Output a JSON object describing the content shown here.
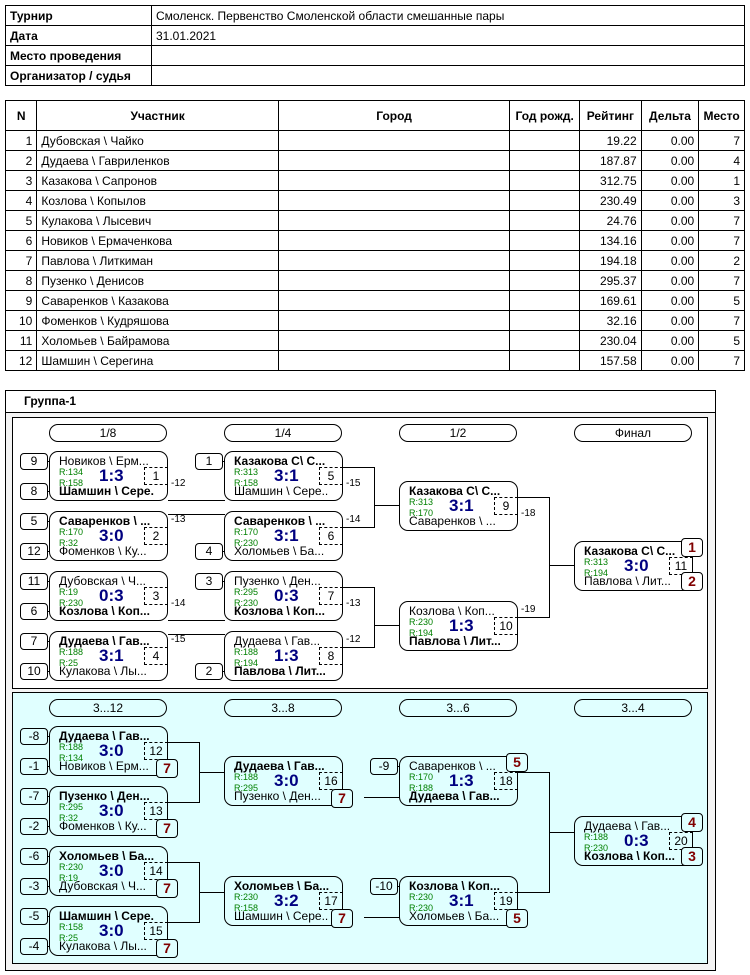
{
  "info": {
    "rows": [
      {
        "label": "Турнир",
        "value": "Смоленск. Первенство Смоленской области смешанные пары"
      },
      {
        "label": "Дата",
        "value": "31.01.2021"
      },
      {
        "label": "Место проведения",
        "value": ""
      },
      {
        "label": "Организатор / судья",
        "value": ""
      }
    ]
  },
  "participants": {
    "headers": [
      "N",
      "Участник",
      "Город",
      "Год рожд.",
      "Рейтинг",
      "Дельта",
      "Место"
    ],
    "rows": [
      {
        "n": "1",
        "name": "Дубовская \\ Чайко",
        "city": "",
        "year": "",
        "rating": "19.22",
        "delta": "0.00",
        "place": "7"
      },
      {
        "n": "2",
        "name": "Дудаева \\ Гавриленков",
        "city": "",
        "year": "",
        "rating": "187.87",
        "delta": "0.00",
        "place": "4"
      },
      {
        "n": "3",
        "name": "Казакова \\ Сапронов",
        "city": "",
        "year": "",
        "rating": "312.75",
        "delta": "0.00",
        "place": "1"
      },
      {
        "n": "4",
        "name": "Козлова \\ Копылов",
        "city": "",
        "year": "",
        "rating": "230.49",
        "delta": "0.00",
        "place": "3"
      },
      {
        "n": "5",
        "name": "Кулакова \\ Лысевич",
        "city": "",
        "year": "",
        "rating": "24.76",
        "delta": "0.00",
        "place": "7"
      },
      {
        "n": "6",
        "name": "Новиков \\ Ермаченкова",
        "city": "",
        "year": "",
        "rating": "134.16",
        "delta": "0.00",
        "place": "7"
      },
      {
        "n": "7",
        "name": "Павлова \\ Литкиман",
        "city": "",
        "year": "",
        "rating": "194.18",
        "delta": "0.00",
        "place": "2"
      },
      {
        "n": "8",
        "name": "Пузенко \\ Денисов",
        "city": "",
        "year": "",
        "rating": "295.37",
        "delta": "0.00",
        "place": "7"
      },
      {
        "n": "9",
        "name": "Саваренков \\ Казакова",
        "city": "",
        "year": "",
        "rating": "169.61",
        "delta": "0.00",
        "place": "5"
      },
      {
        "n": "10",
        "name": "Фоменков \\ Кудряшова",
        "city": "",
        "year": "",
        "rating": "32.16",
        "delta": "0.00",
        "place": "7"
      },
      {
        "n": "11",
        "name": "Холомьев \\ Байрамова",
        "city": "",
        "year": "",
        "rating": "230.04",
        "delta": "0.00",
        "place": "5"
      },
      {
        "n": "12",
        "name": "Шамшин \\ Серегина",
        "city": "",
        "year": "",
        "rating": "157.58",
        "delta": "0.00",
        "place": "7"
      }
    ]
  },
  "group": {
    "title": "Группа-1",
    "main": {
      "rounds": [
        "1/8",
        "1/4",
        "1/2",
        "Финал"
      ],
      "matches": [
        {
          "num": "1",
          "p1": "Новиков \\ Ерм...",
          "p2": "Шамшин \\ Сере...",
          "r1": "R:134",
          "r2": "R:158",
          "score": "1:3",
          "winner": 2,
          "seed1": "9",
          "seed2": "8",
          "loser_to": "-12"
        },
        {
          "num": "2",
          "p1": "Саваренков \\ ...",
          "p2": "Фоменков \\ Ку...",
          "r1": "R:170",
          "r2": "R:32",
          "score": "3:0",
          "winner": 1,
          "seed1": "5",
          "seed2": "12",
          "loser_to": "-13"
        },
        {
          "num": "3",
          "p1": "Дубовская \\ Ч...",
          "p2": "Козлова \\ Коп...",
          "r1": "R:19",
          "r2": "R:230",
          "score": "0:3",
          "winner": 2,
          "seed1": "11",
          "seed2": "6",
          "loser_to": "-14"
        },
        {
          "num": "4",
          "p1": "Дудаева \\ Гав...",
          "p2": "Кулакова \\ Лы...",
          "r1": "R:188",
          "r2": "R:25",
          "score": "3:1",
          "winner": 1,
          "seed1": "7",
          "seed2": "10",
          "loser_to": "-15"
        },
        {
          "num": "5",
          "p1": "Казакова С\\ С...",
          "p2": "Шамшин \\ Сере...",
          "r1": "R:313",
          "r2": "R:158",
          "score": "3:1",
          "winner": 1,
          "seed1": "1",
          "seed2": "",
          "loser_to": "-15"
        },
        {
          "num": "6",
          "p1": "Саваренков \\ ...",
          "p2": "Холомьев \\ Ба...",
          "r1": "R:170",
          "r2": "R:230",
          "score": "3:1",
          "winner": 1,
          "seed1": "",
          "seed2": "4",
          "loser_to": "-14"
        },
        {
          "num": "7",
          "p1": "Пузенко \\ Ден...",
          "p2": "Козлова \\ Коп...",
          "r1": "R:295",
          "r2": "R:230",
          "score": "0:3",
          "winner": 2,
          "seed1": "3",
          "seed2": "",
          "loser_to": "-13"
        },
        {
          "num": "8",
          "p1": "Дудаева \\ Гав...",
          "p2": "Павлова \\ Лит...",
          "r1": "R:188",
          "r2": "R:194",
          "score": "1:3",
          "winner": 2,
          "seed1": "",
          "seed2": "2",
          "loser_to": "-12"
        },
        {
          "num": "9",
          "p1": "Казакова С\\ С...",
          "p2": "Саваренков \\ ...",
          "r1": "R:313",
          "r2": "R:170",
          "score": "3:1",
          "winner": 1,
          "loser_to": "-18"
        },
        {
          "num": "10",
          "p1": "Козлова \\ Коп...",
          "p2": "Павлова \\ Лит...",
          "r1": "R:230",
          "r2": "R:194",
          "score": "1:3",
          "winner": 2,
          "loser_to": "-19"
        },
        {
          "num": "11",
          "p1": "Казакова С\\ С...",
          "p2": "Павлова \\ Лит...",
          "r1": "R:313",
          "r2": "R:194",
          "score": "3:0",
          "winner": 1,
          "place1": "1",
          "place2": "2"
        }
      ]
    },
    "consolation": {
      "rounds": [
        "3...12",
        "3...8",
        "3...6",
        "3...4"
      ],
      "matches": [
        {
          "num": "12",
          "p1": "Дудаева \\ Гав...",
          "p2": "Новиков \\ Ерм...",
          "r1": "R:188",
          "r2": "R:134",
          "score": "3:0",
          "winner": 1,
          "seed1": "-8",
          "seed2": "-1",
          "loser_place": "7"
        },
        {
          "num": "13",
          "p1": "Пузенко \\ Ден...",
          "p2": "Фоменков \\ Ку...",
          "r1": "R:295",
          "r2": "R:32",
          "score": "3:0",
          "winner": 1,
          "seed1": "-7",
          "seed2": "-2",
          "loser_place": "7"
        },
        {
          "num": "14",
          "p1": "Холомьев \\ Ба...",
          "p2": "Дубовская \\ Ч...",
          "r1": "R:230",
          "r2": "R:19",
          "score": "3:0",
          "winner": 1,
          "seed1": "-6",
          "seed2": "-3",
          "loser_place": "7"
        },
        {
          "num": "15",
          "p1": "Шамшин \\ Сере...",
          "p2": "Кулакова \\ Лы...",
          "r1": "R:158",
          "r2": "R:25",
          "score": "3:0",
          "winner": 1,
          "seed1": "-5",
          "seed2": "-4",
          "loser_place": "7"
        },
        {
          "num": "16",
          "p1": "Дудаева \\ Гав...",
          "p2": "Пузенко \\ Ден...",
          "r1": "R:188",
          "r2": "R:295",
          "score": "3:0",
          "winner": 1,
          "loser_place": "7"
        },
        {
          "num": "17",
          "p1": "Холомьев \\ Ба...",
          "p2": "Шамшин \\ Сере...",
          "r1": "R:230",
          "r2": "R:158",
          "score": "3:2",
          "winner": 1,
          "loser_place": "7"
        },
        {
          "num": "18",
          "p1": "Саваренков \\ ...",
          "p2": "Дудаева \\ Гав...",
          "r1": "R:170",
          "r2": "R:188",
          "score": "1:3",
          "winner": 2,
          "seed1": "-9",
          "loser_place": "5"
        },
        {
          "num": "19",
          "p1": "Козлова \\ Коп...",
          "p2": "Холомьев \\ Ба...",
          "r1": "R:230",
          "r2": "R:230",
          "score": "3:1",
          "winner": 1,
          "seed1": "-10",
          "loser_place": "5"
        },
        {
          "num": "20",
          "p1": "Дудаева \\ Гав...",
          "p2": "Козлова \\ Коп...",
          "r1": "R:188",
          "r2": "R:230",
          "score": "0:3",
          "winner": 2,
          "place1": "4",
          "place2": "3"
        }
      ]
    }
  },
  "colors": {
    "rating": "#008000",
    "score": "#000080",
    "place": "#800000",
    "consolation_bg": "#e0ffff"
  }
}
